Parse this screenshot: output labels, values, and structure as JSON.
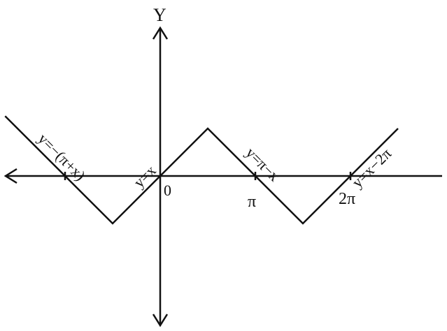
{
  "axes": {
    "y_label": "Y",
    "origin_label": "0",
    "tick_labels": {
      "pi": "π",
      "two_pi": "2π"
    }
  },
  "segment_labels": {
    "left": "y=−(π+x)",
    "center": "y=x",
    "middle": "y=π−x",
    "right": "y=x−2π"
  },
  "curve": {
    "type": "triangle-wave",
    "color": "#111111",
    "vertices_in_pi_units": [
      [
        -1.5,
        0.5
      ],
      [
        -0.5,
        -0.5
      ],
      [
        0.5,
        0.5
      ],
      [
        1.5,
        -0.5
      ],
      [
        2.5,
        0.5
      ]
    ]
  }
}
